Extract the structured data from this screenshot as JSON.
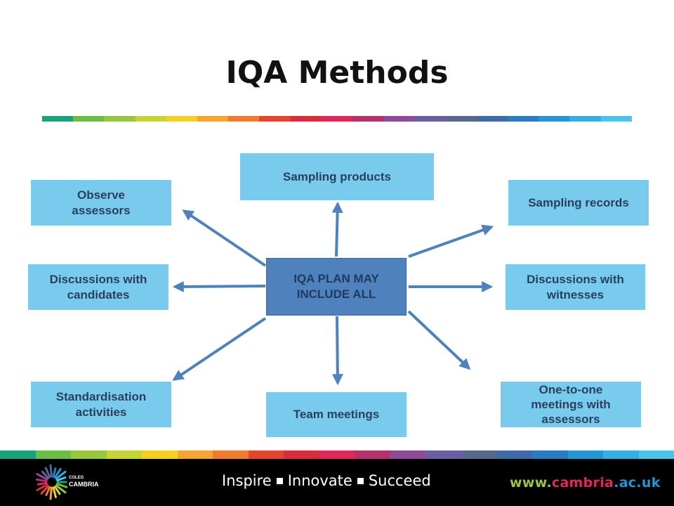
{
  "slide": {
    "title": "IQA Methods"
  },
  "diagram": {
    "center": {
      "line1": "IQA PLAN MAY",
      "line2": "INCLUDE ALL"
    },
    "nodes": {
      "observe_assessors": {
        "line1": "Observe",
        "line2": "assessors"
      },
      "sampling_products": {
        "line1": "Sampling products"
      },
      "sampling_records": {
        "line1": "Sampling records"
      },
      "discussions_candidates": {
        "line1": "Discussions with",
        "line2": "candidates"
      },
      "discussions_witnesses": {
        "line1": "Discussions with",
        "line2": "witnesses"
      },
      "standardisation_activities": {
        "line1": "Standardisation",
        "line2": "activities"
      },
      "team_meetings": {
        "line1": "Team meetings"
      },
      "one_to_one_meetings": {
        "line1": "One-to-one",
        "line2": "meetings with",
        "line3": "assessors"
      }
    }
  },
  "footer": {
    "logo_line1": "COLEG",
    "logo_line2": "CAMBRIA",
    "tagline": {
      "word1": "Inspire",
      "word2": "Innovate",
      "word3": "Succeed"
    },
    "url": {
      "part1": "www.",
      "part2": "cambria",
      "part3": ".ac.uk"
    }
  },
  "colors": {
    "node_fill": "#79cbee",
    "center_fill": "#4f81bd",
    "arrow": "#4f81bd",
    "stripe": [
      "#1aa37a",
      "#6bbd45",
      "#9ac53f",
      "#c6d535",
      "#f4d023",
      "#f5a630",
      "#ef7c2e",
      "#e5452f",
      "#d92d3e",
      "#e0295a",
      "#b5316a",
      "#8e4b96",
      "#6a5fa3",
      "#58678e",
      "#3f6aa8",
      "#2a7bbf",
      "#2596d4",
      "#35aee2",
      "#4cc3ea"
    ]
  }
}
